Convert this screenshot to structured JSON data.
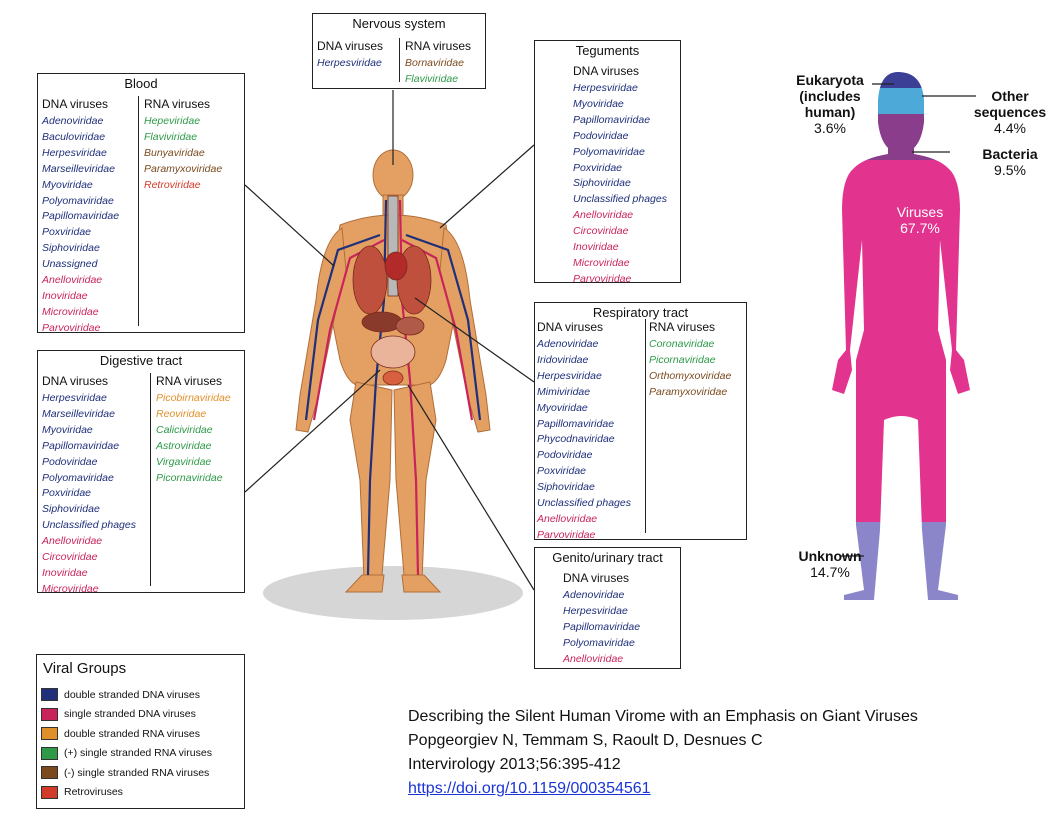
{
  "colors": {
    "dsDNA": "#1f2f7a",
    "ssDNA": "#c8245a",
    "dsRNA": "#e0902a",
    "posRNA": "#2e9a48",
    "negRNA": "#7a4a1e",
    "retro": "#d23b2a",
    "body_skin": "#e4a063",
    "virome_magenta": "#e2338f",
    "virome_purple": "#8a3d8a",
    "virome_blue": "#4ca9d8",
    "virome_navy": "#3c3f96",
    "virome_lavender": "#8a86c9"
  },
  "boxes": {
    "nervous": {
      "title": "Nervous system",
      "dna_head": "DNA viruses",
      "rna_head": "RNA viruses",
      "dna": [
        {
          "name": "Herpesviridae",
          "group": "dsDNA"
        }
      ],
      "rna": [
        {
          "name": "Bornaviridae",
          "group": "negRNA"
        },
        {
          "name": "Flaviviridae",
          "group": "posRNA"
        }
      ]
    },
    "blood": {
      "title": "Blood",
      "dna_head": "DNA viruses",
      "rna_head": "RNA viruses",
      "dna": [
        {
          "name": "Adenoviridae",
          "group": "dsDNA"
        },
        {
          "name": "Baculoviridae",
          "group": "dsDNA"
        },
        {
          "name": "Herpesviridae",
          "group": "dsDNA"
        },
        {
          "name": "Marseilleviridae",
          "group": "dsDNA"
        },
        {
          "name": "Myoviridae",
          "group": "dsDNA"
        },
        {
          "name": "Polyomaviridae",
          "group": "dsDNA"
        },
        {
          "name": "Papillomaviridae",
          "group": "dsDNA"
        },
        {
          "name": "Poxviridae",
          "group": "dsDNA"
        },
        {
          "name": "Siphoviridae",
          "group": "dsDNA"
        },
        {
          "name": "Unassigned",
          "group": "dsDNA"
        },
        {
          "name": "Anelloviridae",
          "group": "ssDNA"
        },
        {
          "name": "Inoviridae",
          "group": "ssDNA"
        },
        {
          "name": "Microviridae",
          "group": "ssDNA"
        },
        {
          "name": "Parvoviridae",
          "group": "ssDNA"
        }
      ],
      "rna": [
        {
          "name": "Hepeviridae",
          "group": "posRNA"
        },
        {
          "name": "Flaviviridae",
          "group": "posRNA"
        },
        {
          "name": "Bunyaviridae",
          "group": "negRNA"
        },
        {
          "name": "Paramyxoviridae",
          "group": "negRNA"
        },
        {
          "name": "Retroviridae",
          "group": "retro"
        }
      ]
    },
    "teguments": {
      "title": "Teguments",
      "dna_head": "DNA viruses",
      "dna": [
        {
          "name": "Herpesviridae",
          "group": "dsDNA"
        },
        {
          "name": "Myoviridae",
          "group": "dsDNA"
        },
        {
          "name": "Papillomaviridae",
          "group": "dsDNA"
        },
        {
          "name": "Podoviridae",
          "group": "dsDNA"
        },
        {
          "name": "Polyomaviridae",
          "group": "dsDNA"
        },
        {
          "name": "Poxviridae",
          "group": "dsDNA"
        },
        {
          "name": "Siphoviridae",
          "group": "dsDNA"
        },
        {
          "name": "Unclassified phages",
          "group": "dsDNA"
        },
        {
          "name": "Anelloviridae",
          "group": "ssDNA"
        },
        {
          "name": "Circoviridae",
          "group": "ssDNA"
        },
        {
          "name": "Inoviridae",
          "group": "ssDNA"
        },
        {
          "name": "Microviridae",
          "group": "ssDNA"
        },
        {
          "name": "Parvoviridae",
          "group": "ssDNA"
        }
      ]
    },
    "respiratory": {
      "title": "Respiratory tract",
      "dna_head": "DNA viruses",
      "rna_head": "RNA viruses",
      "dna": [
        {
          "name": "Adenoviridae",
          "group": "dsDNA"
        },
        {
          "name": "Iridoviridae",
          "group": "dsDNA"
        },
        {
          "name": "Herpesviridae",
          "group": "dsDNA"
        },
        {
          "name": "Mimiviridae",
          "group": "dsDNA"
        },
        {
          "name": "Myoviridae",
          "group": "dsDNA"
        },
        {
          "name": "Papillomaviridae",
          "group": "dsDNA"
        },
        {
          "name": "Phycodnaviridae",
          "group": "dsDNA"
        },
        {
          "name": "Podoviridae",
          "group": "dsDNA"
        },
        {
          "name": "Poxviridae",
          "group": "dsDNA"
        },
        {
          "name": "Siphoviridae",
          "group": "dsDNA"
        },
        {
          "name": "Unclassified phages",
          "group": "dsDNA"
        },
        {
          "name": "Anelloviridae",
          "group": "ssDNA"
        },
        {
          "name": "Parvoviridae",
          "group": "ssDNA"
        }
      ],
      "rna": [
        {
          "name": "Coronaviridae",
          "group": "posRNA"
        },
        {
          "name": "Picornaviridae",
          "group": "posRNA"
        },
        {
          "name": "Orthomyxoviridae",
          "group": "negRNA"
        },
        {
          "name": "Paramyxoviridae",
          "group": "negRNA"
        }
      ]
    },
    "digestive": {
      "title": "Digestive tract",
      "dna_head": "DNA viruses",
      "rna_head": "RNA viruses",
      "dna": [
        {
          "name": "Herpesviridae",
          "group": "dsDNA"
        },
        {
          "name": "Marseilleviridae",
          "group": "dsDNA"
        },
        {
          "name": "Myoviridae",
          "group": "dsDNA"
        },
        {
          "name": "Papillomaviridae",
          "group": "dsDNA"
        },
        {
          "name": "Podoviridae",
          "group": "dsDNA"
        },
        {
          "name": "Polyomaviridae",
          "group": "dsDNA"
        },
        {
          "name": "Poxviridae",
          "group": "dsDNA"
        },
        {
          "name": "Siphoviridae",
          "group": "dsDNA"
        },
        {
          "name": "Unclassified phages",
          "group": "dsDNA"
        },
        {
          "name": "Anelloviridae",
          "group": "ssDNA"
        },
        {
          "name": "Circoviridae",
          "group": "ssDNA"
        },
        {
          "name": "Inoviridae",
          "group": "ssDNA"
        },
        {
          "name": "Microviridae",
          "group": "ssDNA"
        }
      ],
      "rna": [
        {
          "name": "Picobirnaviridae",
          "group": "dsRNA"
        },
        {
          "name": "Reoviridae",
          "group": "dsRNA"
        },
        {
          "name": "Caliciviridae",
          "group": "posRNA"
        },
        {
          "name": "Astroviridae",
          "group": "posRNA"
        },
        {
          "name": "Virgaviridae",
          "group": "posRNA"
        },
        {
          "name": "Picornaviridae",
          "group": "posRNA"
        }
      ]
    },
    "genito": {
      "title": "Genito/urinary tract",
      "dna_head": "DNA viruses",
      "dna": [
        {
          "name": "Adenoviridae",
          "group": "dsDNA"
        },
        {
          "name": "Herpesviridae",
          "group": "dsDNA"
        },
        {
          "name": "Papillomaviridae",
          "group": "dsDNA"
        },
        {
          "name": "Polyomaviridae",
          "group": "dsDNA"
        },
        {
          "name": "Anelloviridae",
          "group": "ssDNA"
        }
      ]
    }
  },
  "legend": {
    "title": "Viral Groups",
    "items": [
      {
        "label": "double stranded DNA viruses",
        "group": "dsDNA"
      },
      {
        "label": "single stranded DNA viruses",
        "group": "ssDNA"
      },
      {
        "label": "double stranded RNA viruses",
        "group": "dsRNA"
      },
      {
        "label": "(+) single stranded RNA viruses",
        "group": "posRNA"
      },
      {
        "label": "(-) single stranded RNA viruses",
        "group": "negRNA"
      },
      {
        "label": "Retroviruses",
        "group": "retro"
      }
    ]
  },
  "virome": {
    "eukaryota": {
      "l1": "Eukaryota",
      "l2": "(includes",
      "l3": "human)",
      "pct": "3.6%"
    },
    "other": {
      "l1": "Other",
      "l2": "sequences",
      "pct": "4.4%"
    },
    "bacteria": {
      "name": "Bacteria",
      "pct": "9.5%"
    },
    "viruses": {
      "name": "Viruses",
      "pct": "67.7%"
    },
    "unknown": {
      "name": "Unknown",
      "pct": "14.7%"
    }
  },
  "citation": {
    "title": "Describing the Silent Human Virome with an Emphasis on Giant Viruses",
    "authors": "Popgeorgiev N, Temmam S, Raoult D, Desnues C",
    "journal": "Intervirology 2013;56:395-412",
    "link": "https://doi.org/10.1159/000354561"
  }
}
